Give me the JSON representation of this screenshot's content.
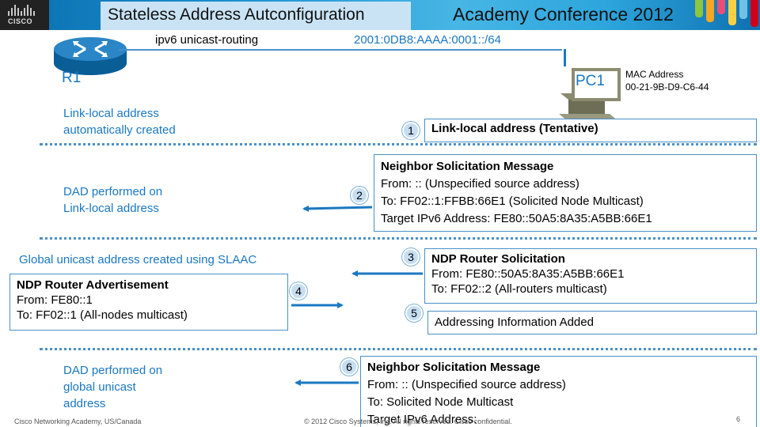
{
  "header": {
    "title": "Stateless Address Autconfiguration",
    "conference": "Academy Conference 2012",
    "logo_text": "CISCO"
  },
  "topology": {
    "router_label": "R1",
    "router_command": "ipv6 unicast-routing",
    "prefix": "2001:0DB8:AAAA:0001::/64",
    "pc_label": "PC1",
    "mac_title": "MAC Address",
    "mac_value": "00-21-9B-D9-C6-44"
  },
  "labels": {
    "link_local_1": "Link-local address",
    "link_local_2": "automatically created",
    "dad_ll_1": "DAD performed on",
    "dad_ll_2": "Link-local address",
    "global_slaac": "Global unicast address created using SLAAC",
    "dad_gu_1": "DAD performed on",
    "dad_gu_2": "global unicast",
    "dad_gu_3": "address"
  },
  "steps": {
    "s1": "1",
    "s2": "2",
    "s3": "3",
    "s4": "4",
    "s5": "5",
    "s6": "6"
  },
  "boxes": {
    "b1_title": "Link-local address (Tentative)",
    "b2_title": "Neighbor Solicitation Message",
    "b2_l1": "From: :: (Unspecified source address)",
    "b2_l2": "To: FF02::1:FFBB:66E1 (Solicited Node Multicast)",
    "b2_l3": "Target IPv6 Address: FE80::50A5:8A35:A5BB:66E1",
    "b3_title": "NDP Router Solicitation",
    "b3_l1": "From: FE80::50A5:8A35:A5BB:66E1",
    "b3_l2": "To: FF02::2 (All-routers multicast)",
    "b4_title": "NDP Router Advertisement",
    "b4_l1": "From: FE80::1",
    "b4_l2": "To: FF02::1 (All-nodes multicast)",
    "b5_title": "Addressing Information Added",
    "b6_title": "Neighbor Solicitation Message",
    "b6_l1": "From: :: (Unspecified source address)",
    "b6_l2": "To: Solicited Node Multicast",
    "b6_l3": "Target IPv6 Address:"
  },
  "footer": {
    "left": "Cisco Networking Academy, US/Canada",
    "middle": "© 2012 Cisco Systems, Inc. All rights reserved. Cisco confidential.",
    "page": "6"
  },
  "colors": {
    "accent": "#1a78c2",
    "line": "#4a90c8",
    "step_fill": "#c6def2"
  }
}
